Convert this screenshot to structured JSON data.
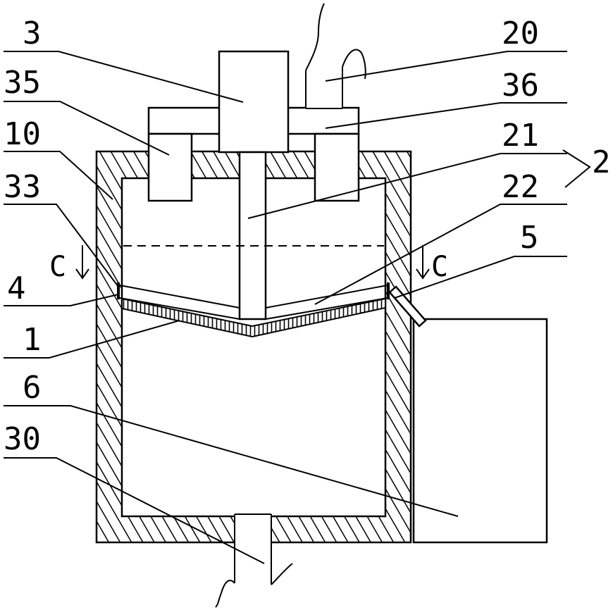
{
  "labels": {
    "l3": "3",
    "l35": "35",
    "l10": "10",
    "l33": "33",
    "l4": "4",
    "l1": "1",
    "l6": "6",
    "l30": "30",
    "l20": "20",
    "l36": "36",
    "l21": "21",
    "l22": "22",
    "l2": "2",
    "l5": "5",
    "lcLeft": "C",
    "lcRight": "C"
  },
  "colors": {
    "stroke": "#000000",
    "background": "#ffffff"
  }
}
